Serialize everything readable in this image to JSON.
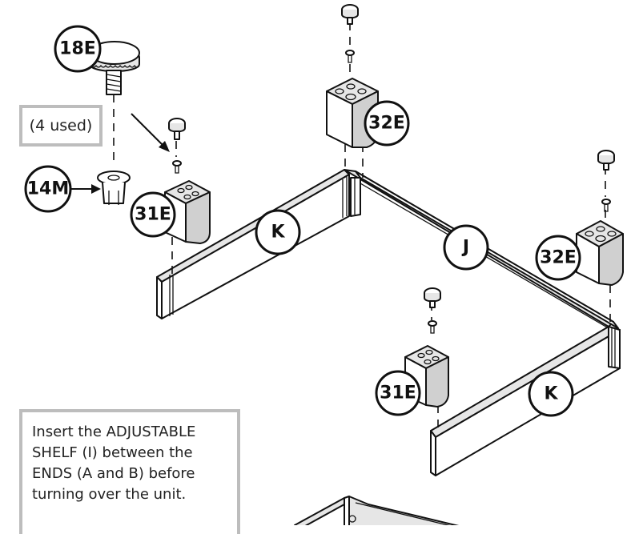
{
  "callouts": {
    "c18E": "18E",
    "c14M": "14M",
    "c31E_a": "31E",
    "c32E_a": "32E",
    "c32E_b": "32E",
    "c31E_b": "31E",
    "cK_a": "K",
    "cJ": "J",
    "cK_b": "K"
  },
  "notes": {
    "used": "(4 used)",
    "instruction": "Insert the ADJUSTABLE SHELF (I) between the ENDS (A and B) before turning over the unit."
  }
}
